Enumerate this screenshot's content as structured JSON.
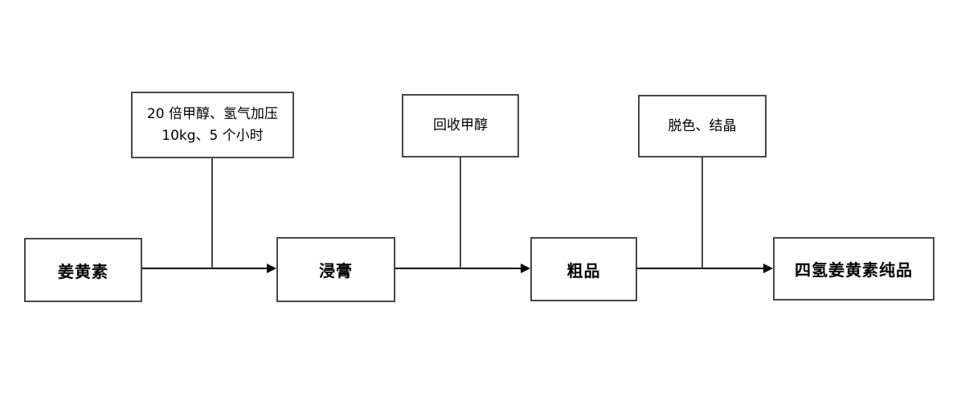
{
  "diagram": {
    "type": "flowchart",
    "process_nodes": [
      {
        "id": "curcumin",
        "label": "姜黄素"
      },
      {
        "id": "extract",
        "label": "浸膏"
      },
      {
        "id": "crude-product",
        "label": "粗品"
      },
      {
        "id": "pure-product",
        "label": "四氢姜黄素纯品"
      }
    ],
    "step_annotations": [
      {
        "id": "hydrogenation-conditions",
        "label": "20 倍甲醇、氢气加压 10kg、5 个小时"
      },
      {
        "id": "methanol-recovery",
        "label": "回收甲醇"
      },
      {
        "id": "decolor-crystallize",
        "label": "脱色、结晶"
      }
    ],
    "edges": [
      {
        "from": "姜黄素",
        "to": "浸膏",
        "annotation": "20 倍甲醇、氢气加压 10kg、5 个小时"
      },
      {
        "from": "浸膏",
        "to": "粗品",
        "annotation": "回收甲醇"
      },
      {
        "from": "粗品",
        "to": "四氢姜黄素纯品",
        "annotation": "脱色、结晶"
      }
    ],
    "colors": {
      "background": "#ffffff",
      "box_border": "#474747",
      "arrow": "#000000",
      "text": "#000000"
    }
  }
}
